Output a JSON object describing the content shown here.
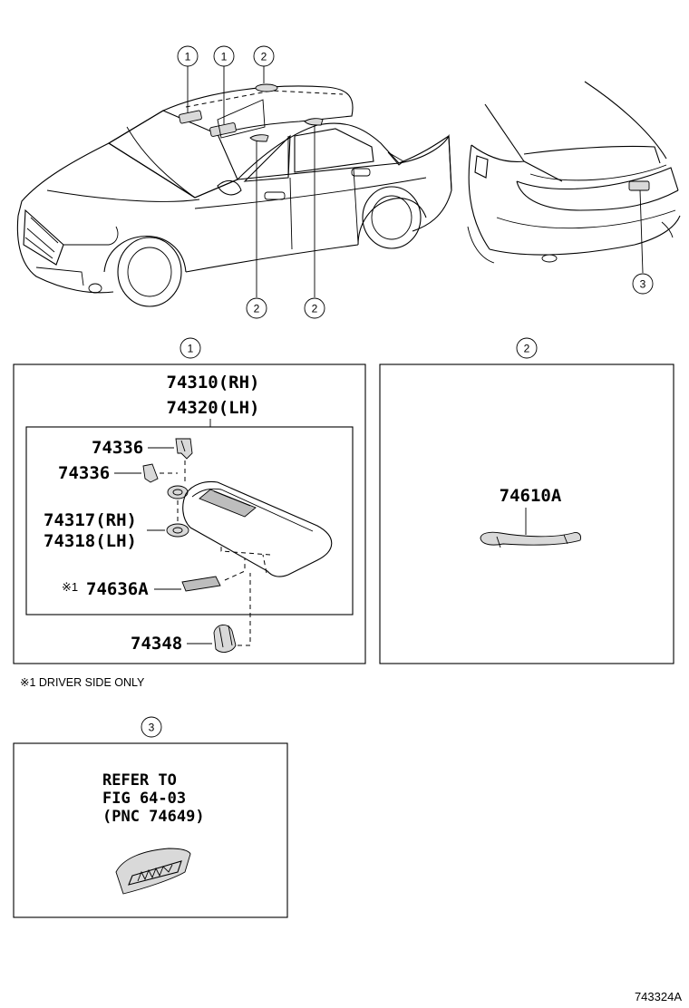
{
  "callouts": {
    "c1a": "1",
    "c1b": "1",
    "c2top": "2",
    "c2left": "2",
    "c2right": "2",
    "c3rear": "3",
    "panel1": "1",
    "panel2": "2",
    "panel3": "3"
  },
  "panel1": {
    "visor_rh": "74310(RH)",
    "visor_lh": "74320(LH)",
    "clip_upper": "74336",
    "clip_lower": "74336",
    "holder_rh": "74317(RH)",
    "holder_lh": "74318(LH)",
    "note_mark": "※1",
    "label_part": "74636A",
    "bracket": "74348"
  },
  "panel2": {
    "assist_grip": "74610A"
  },
  "note": "※1 DRIVER SIDE ONLY",
  "panel3": {
    "line1": "REFER TO",
    "line2": "FIG 64-03",
    "line3": "(PNC 74649)"
  },
  "figure_code": "743324A"
}
